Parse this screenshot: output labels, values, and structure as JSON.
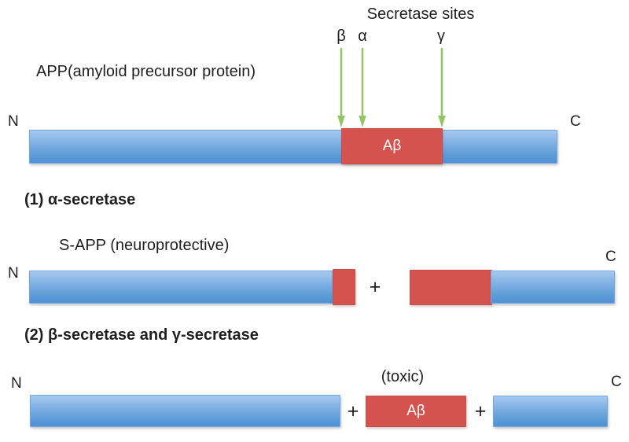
{
  "colors": {
    "bar_blue": "#5b9bd5",
    "bar_blue_light": "#a6c9ee",
    "bar_red": "#d5534e",
    "arrow_green": "#93c467",
    "text": "#1f1f1f"
  },
  "secretase_sites": {
    "title": "Secretase sites",
    "beta_label": "β",
    "alpha_label": "α",
    "gamma_label": "γ"
  },
  "app_row": {
    "label": "APP(amyloid precursor protein)",
    "n_terminus": "N",
    "c_terminus": "C",
    "abeta_label": "Aβ"
  },
  "alpha_section": {
    "heading": "(1) α-secretase",
    "product_label": "S-APP (neuroprotective)",
    "n_terminus": "N",
    "c_terminus": "C",
    "plus": "+"
  },
  "beta_gamma_section": {
    "heading": "(2) β-secretase and γ-secretase",
    "n_terminus": "N",
    "c_terminus": "C",
    "toxic_label": "(toxic)",
    "abeta_label": "Aβ",
    "plus_first": "+",
    "plus_second": "+"
  }
}
